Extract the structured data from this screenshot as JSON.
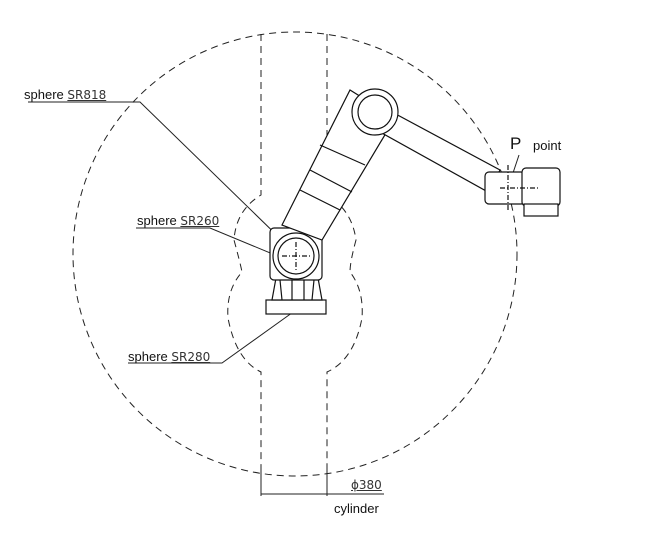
{
  "labels": {
    "sr818": {
      "word": "sphere",
      "value": "SR818"
    },
    "sr260": {
      "word": "sphere",
      "value": "SR260"
    },
    "sr280": {
      "word": "sphere",
      "value": "SR280"
    },
    "p_point": {
      "letter": "P",
      "word": "point"
    },
    "cylinder": {
      "value": "ϕ380",
      "word": "cylinder"
    }
  }
}
